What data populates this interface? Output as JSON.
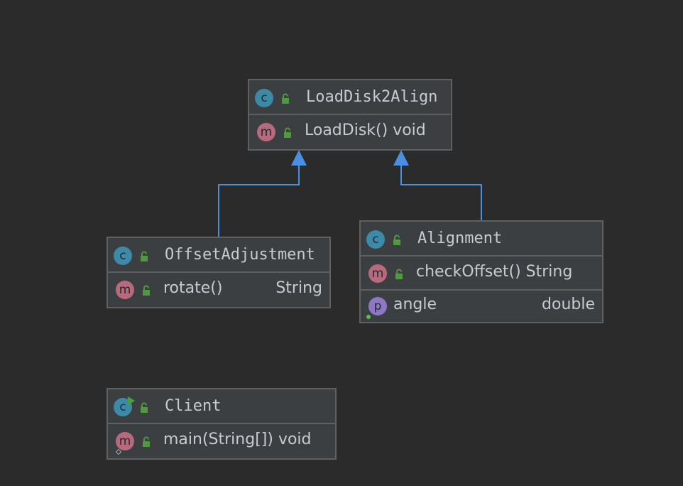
{
  "diagram": {
    "colors": {
      "background": "#2b2b2b",
      "box_fill": "#3c3f41",
      "box_border": "#5e6062",
      "text": "#c7cbd1",
      "class_badge": "#3d8aa8",
      "method_badge": "#b86a7c",
      "field_badge": "#8e78c4",
      "public_lock": "#4f9a3f",
      "inheritance_arrow": "#4a90e2"
    },
    "classes": {
      "loaddisk2align": {
        "badge": "c",
        "name": "LoadDisk2Align",
        "methods": [
          {
            "badge": "m",
            "signature": "LoadDisk() void"
          }
        ]
      },
      "offsetadjustment": {
        "badge": "c",
        "name": "OffsetAdjustment",
        "methods": [
          {
            "badge": "m",
            "name": "rotate()",
            "type": "String"
          }
        ]
      },
      "alignment": {
        "badge": "c",
        "name": "Alignment",
        "methods": [
          {
            "badge": "m",
            "signature": "checkOffset() String"
          }
        ],
        "fields": [
          {
            "badge": "p",
            "name": "angle",
            "type": "double"
          }
        ]
      },
      "client": {
        "badge": "c",
        "name": "Client",
        "methods": [
          {
            "badge": "m",
            "signature": "main(String[]) void"
          }
        ]
      }
    },
    "relations": [
      {
        "kind": "inheritance",
        "from": "OffsetAdjustment",
        "to": "LoadDisk2Align"
      },
      {
        "kind": "inheritance",
        "from": "Alignment",
        "to": "LoadDisk2Align"
      }
    ]
  }
}
